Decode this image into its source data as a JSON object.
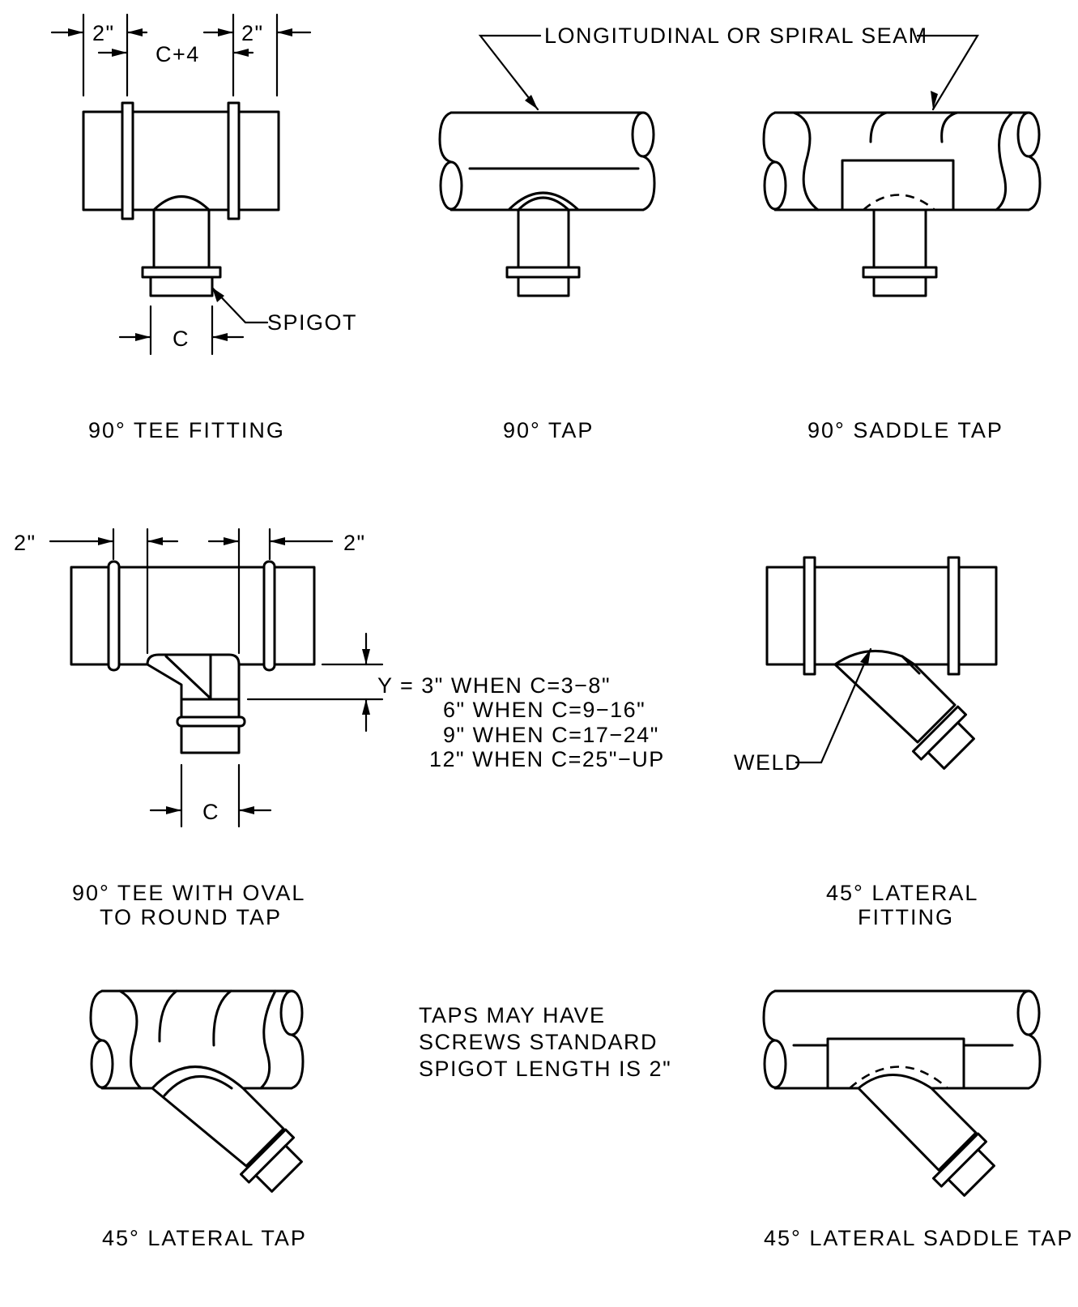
{
  "captions": {
    "tee_fitting": "90° TEE FITTING",
    "tap": "90° TAP",
    "saddle_tap": "90° SADDLE TAP",
    "tee_oval_line1": "90° TEE WITH OVAL",
    "tee_oval_line2": "TO ROUND TAP",
    "lateral_fitting_line1": "45° LATERAL",
    "lateral_fitting_line2": "FITTING",
    "lateral_tap": "45° LATERAL TAP",
    "lateral_saddle_tap": "45° LATERAL SADDLE TAP"
  },
  "labels": {
    "two_inch": "2\"",
    "c_plus_4": "C+4",
    "c": "C",
    "spigot": "SPIGOT",
    "seam": "LONGITUDINAL OR SPIRAL SEAM",
    "weld": "WELD"
  },
  "y_table": [
    "Y  =  3\"  WHEN  C=3−8\"",
    "6\"  WHEN  C=9−16\"",
    "9\"  WHEN  C=17−24\"",
    "12\"  WHEN  C=25\"−UP"
  ],
  "note": [
    "TAPS  MAY  HAVE",
    "SCREWS  STANDARD",
    "SPIGOT  LENGTH  IS  2\""
  ]
}
